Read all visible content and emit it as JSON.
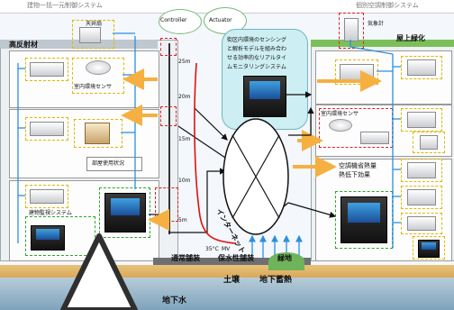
{
  "header": {
    "left_title": "建物一括一元制御システム",
    "right_title": "個別空調制御システム"
  },
  "ellipses": {
    "controller": "Controller",
    "actuator": "Actuator"
  },
  "labels": {
    "high_reflective": "高反射材",
    "ceiling_fan": "天井扇",
    "indoor_sensor": "室内環境センサ",
    "room_usage": "部屋使用状況",
    "building_monitor": "建物監視システム",
    "outdoor_station": "気象計",
    "roof_greening": "屋上緑化",
    "indoor_sensor_right": "室内環境センサ",
    "ac_effect_line1": "空調機省熱量",
    "ac_effect_line2": "熱低下効果",
    "internet": "インターネット",
    "normal_pavement": "通常舗装",
    "water_retentive_pavement": "保水性舗装",
    "greenery": "緑地",
    "soil": "土壌",
    "underground_heat": "地下蓄熱",
    "groundwater": "地下水",
    "temp_35": "35°C",
    "temp_mv": "MV"
  },
  "callout": {
    "text_line1": "街区内環境のセンシング",
    "text_line2": "と解析モデルを組み合わ",
    "text_line3": "せる効率的なリアルタイ",
    "text_line4": "ムモニタリングシステム"
  },
  "heights": [
    "25m",
    "20m",
    "15m",
    "10m",
    "5m"
  ],
  "colors": {
    "blue_line": "#2b8fe0",
    "orange_arrow": "#f5b041",
    "callout_bg": "#cdeef2",
    "red_curve": "#e01010",
    "ground": "#d9a85a"
  }
}
